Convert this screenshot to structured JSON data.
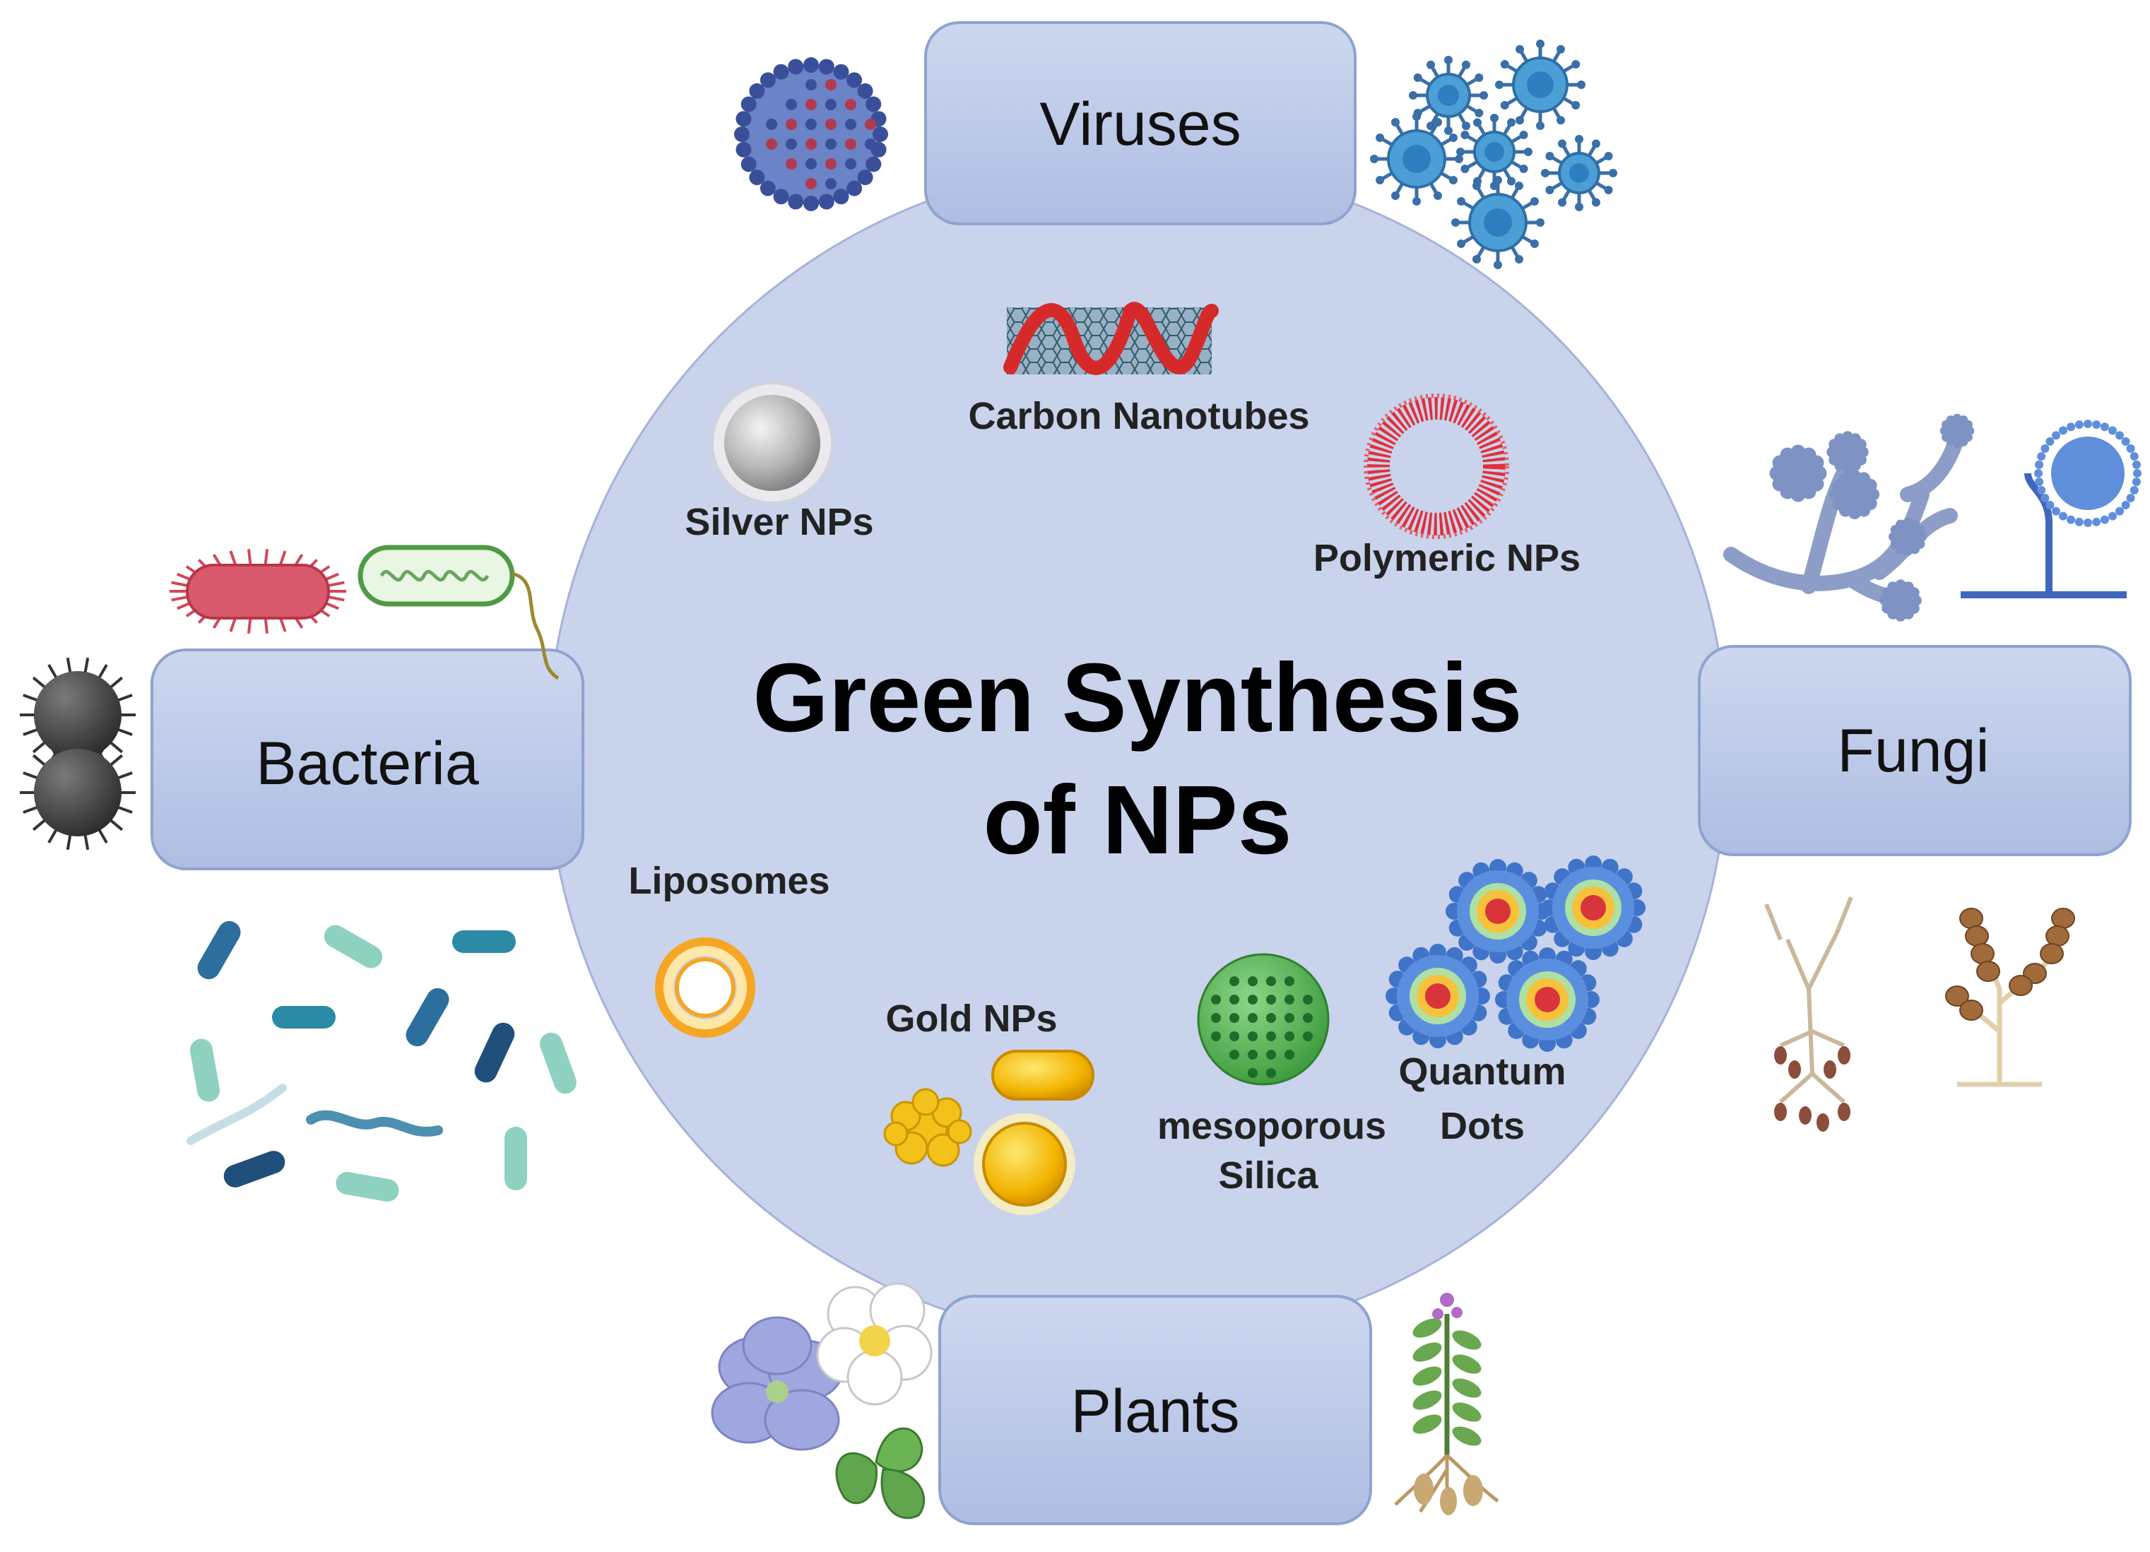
{
  "title": {
    "line1": "Green Synthesis",
    "line2": "of NPs"
  },
  "sources": {
    "viruses": "Viruses",
    "bacteria": "Bacteria",
    "fungi": "Fungi",
    "plants": "Plants"
  },
  "nanoparticles": {
    "carbon_nanotubes": "Carbon Nanotubes",
    "silver": "Silver NPs",
    "polymeric": "Polymeric NPs",
    "liposomes": "Liposomes",
    "gold": "Gold NPs",
    "mesoporous_line1": "mesoporous",
    "mesoporous_line2": "Silica",
    "quantum_line1": "Quantum",
    "quantum_line2": "Dots"
  },
  "icons": [
    "coronavirus-icon",
    "virus-cluster-icon",
    "bacillus-red-icon",
    "bacillus-green-flagellum-icon",
    "diplococcus-icon",
    "bacteria-group-icon",
    "fungi-aspergillus-icon",
    "fungi-mold-icon",
    "flower-blue-icon",
    "flower-white-icon",
    "leaf-icon",
    "plant-with-roots-icon",
    "carbon-nanotube-icon",
    "silver-nanoparticle-icon",
    "polymeric-nanoparticle-icon",
    "liposome-icon",
    "gold-nanoparticle-icon",
    "mesoporous-silica-icon",
    "quantum-dot-icon"
  ],
  "colors": {
    "circle_fill": "#c9d3ec",
    "box_fill": "#bccbe9",
    "box_stroke": "#8ea3cf"
  }
}
